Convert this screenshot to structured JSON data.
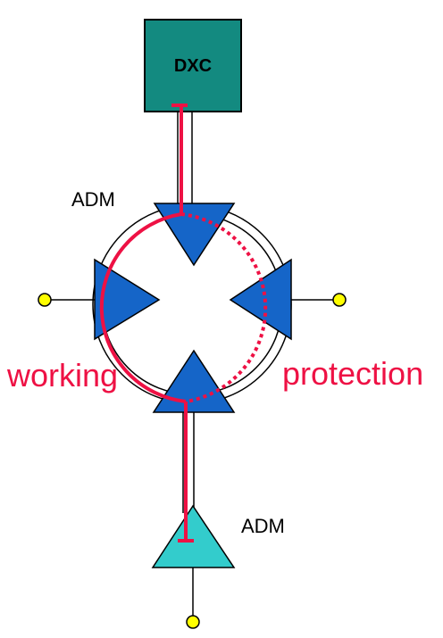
{
  "nodes": {
    "dxc": {
      "label": "DXC"
    },
    "adm_top": {
      "label": "ADM"
    },
    "adm_bottom": {
      "label": "ADM"
    }
  },
  "paths": {
    "working": {
      "label": "working"
    },
    "protection": {
      "label": "protection"
    }
  },
  "colors": {
    "dxc_fill": "#138a80",
    "adm_ring_fill": "#1565c8",
    "adm_bottom_fill": "#33cccc",
    "path_red": "#ee1144",
    "client_port": "#ffff00"
  }
}
